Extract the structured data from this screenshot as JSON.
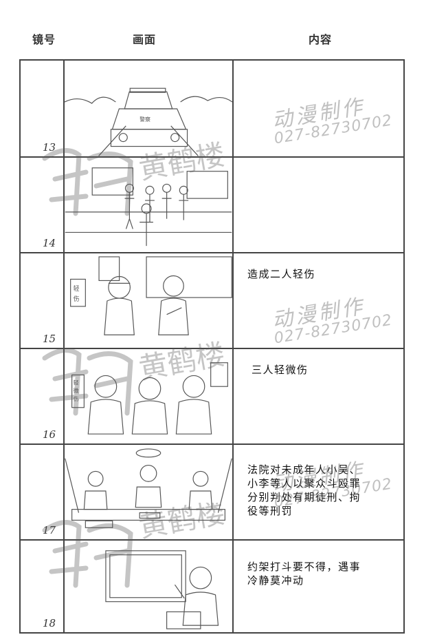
{
  "headers": {
    "shot": "镜号",
    "picture": "画面",
    "content": "内容"
  },
  "rows": [
    {
      "num": "13",
      "text": ""
    },
    {
      "num": "14",
      "text": ""
    },
    {
      "num": "15",
      "text": "造成二人轻伤"
    },
    {
      "num": "16",
      "text": "三人轻微伤"
    },
    {
      "num": "17",
      "text": "法院对未成年人小吴、\n小李等人以聚众斗殴罪\n分别判处有期徒刑、拘\n役等刑罚"
    },
    {
      "num": "18",
      "text": "约架打斗要不得，遇事\n冷静莫冲动"
    }
  ],
  "watermark": {
    "studio": "动漫制作",
    "phone": "027-82730702",
    "brand": "黄鹤楼"
  },
  "sketch_signs": {
    "injury_minor": "轻伤",
    "injury_slight": "轻微伤",
    "police": "警察"
  }
}
